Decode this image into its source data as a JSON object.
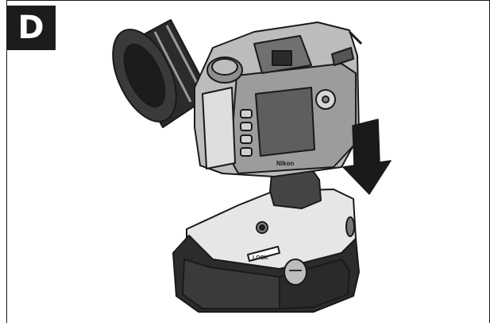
{
  "step_badge": {
    "letter": "D"
  },
  "illustration": {
    "camera_brand": "Nikon",
    "battery_grip_label": "LOCK",
    "direction_icon": "arrow-down-icon"
  },
  "colors": {
    "badge": "#1c1c1c",
    "line_art": "#1a1a1a",
    "mid_gray": "#8a8a8a",
    "light_gray": "#d9d9d9"
  }
}
